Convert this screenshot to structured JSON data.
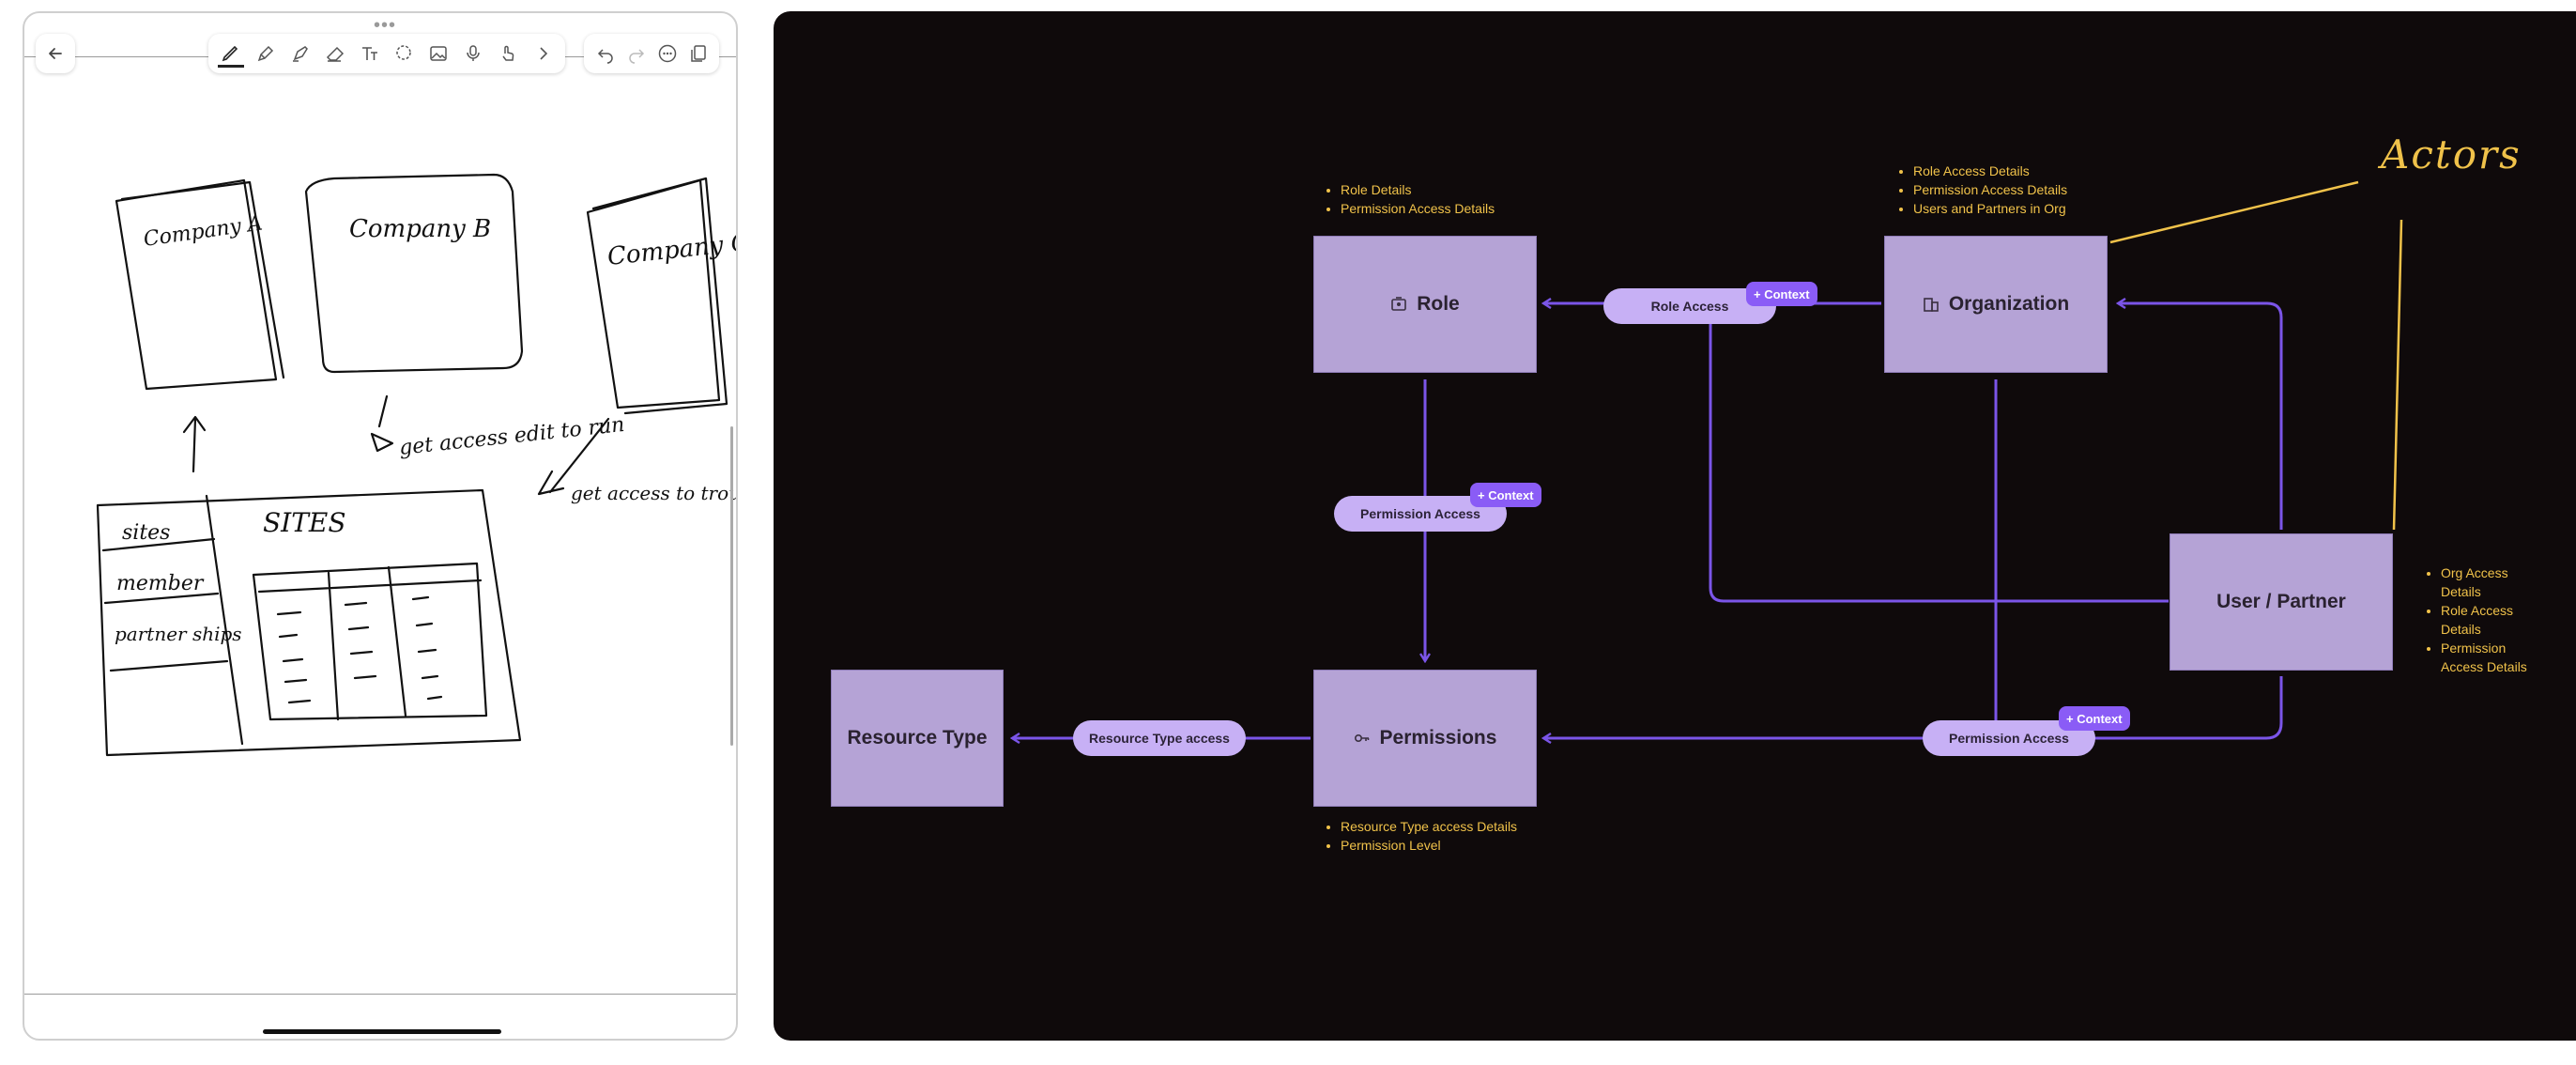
{
  "notebook": {
    "toolbar": {
      "back_icon": "arrow-left-icon",
      "tools": [
        "pen-icon",
        "fountain-pen-icon",
        "highlighter-icon",
        "eraser-icon",
        "text-icon",
        "lasso-icon",
        "image-icon",
        "microphone-icon",
        "touch-icon",
        "chevron-right-icon"
      ],
      "history": [
        "undo-icon",
        "redo-icon",
        "more-icon",
        "pages-icon"
      ]
    },
    "sketch_text": {
      "company_a": "Company A",
      "company_b": "Company B",
      "company_c": "Company C",
      "get_access_edit": "get access edit to run",
      "get_access_trouble": "get access to trouble shoot",
      "sites_tab": "sites",
      "member_tab": "member",
      "partnerships_tab": "partner ships",
      "sites_heading": "SITES"
    }
  },
  "diagram": {
    "colors": {
      "background": "#0f0a0b",
      "node_fill": "#b5a3d6",
      "pill_fill": "#c7b0f5",
      "badge_fill": "#8a5cf6",
      "edge": "#7b55e8",
      "note_text": "#f0c24a"
    },
    "nodes": {
      "role": "Role",
      "organization": "Organization",
      "user_partner": "User / Partner",
      "permissions": "Permissions",
      "resource_type": "Resource Type"
    },
    "node_icons": {
      "role": "id-badge-icon",
      "organization": "building-icon",
      "permissions": "key-icon"
    },
    "edge_labels": {
      "role_access": "Role Access",
      "permission_access_vertical": "Permission Access",
      "permission_access_bottom": "Permission Access",
      "resource_type_access": "Resource Type access"
    },
    "context_badge": "+ Context",
    "notes": {
      "role": [
        "Role Details",
        "Permission Access Details"
      ],
      "organization": [
        "Role Access Details",
        "Permission Access Details",
        "Users and Partners in Org"
      ],
      "user_partner": [
        "Org Access Details",
        "Role Access Details",
        "Permission Access Details"
      ],
      "permissions": [
        "Resource Type access Details",
        "Permission Level"
      ]
    },
    "actors_label": "Actors"
  }
}
